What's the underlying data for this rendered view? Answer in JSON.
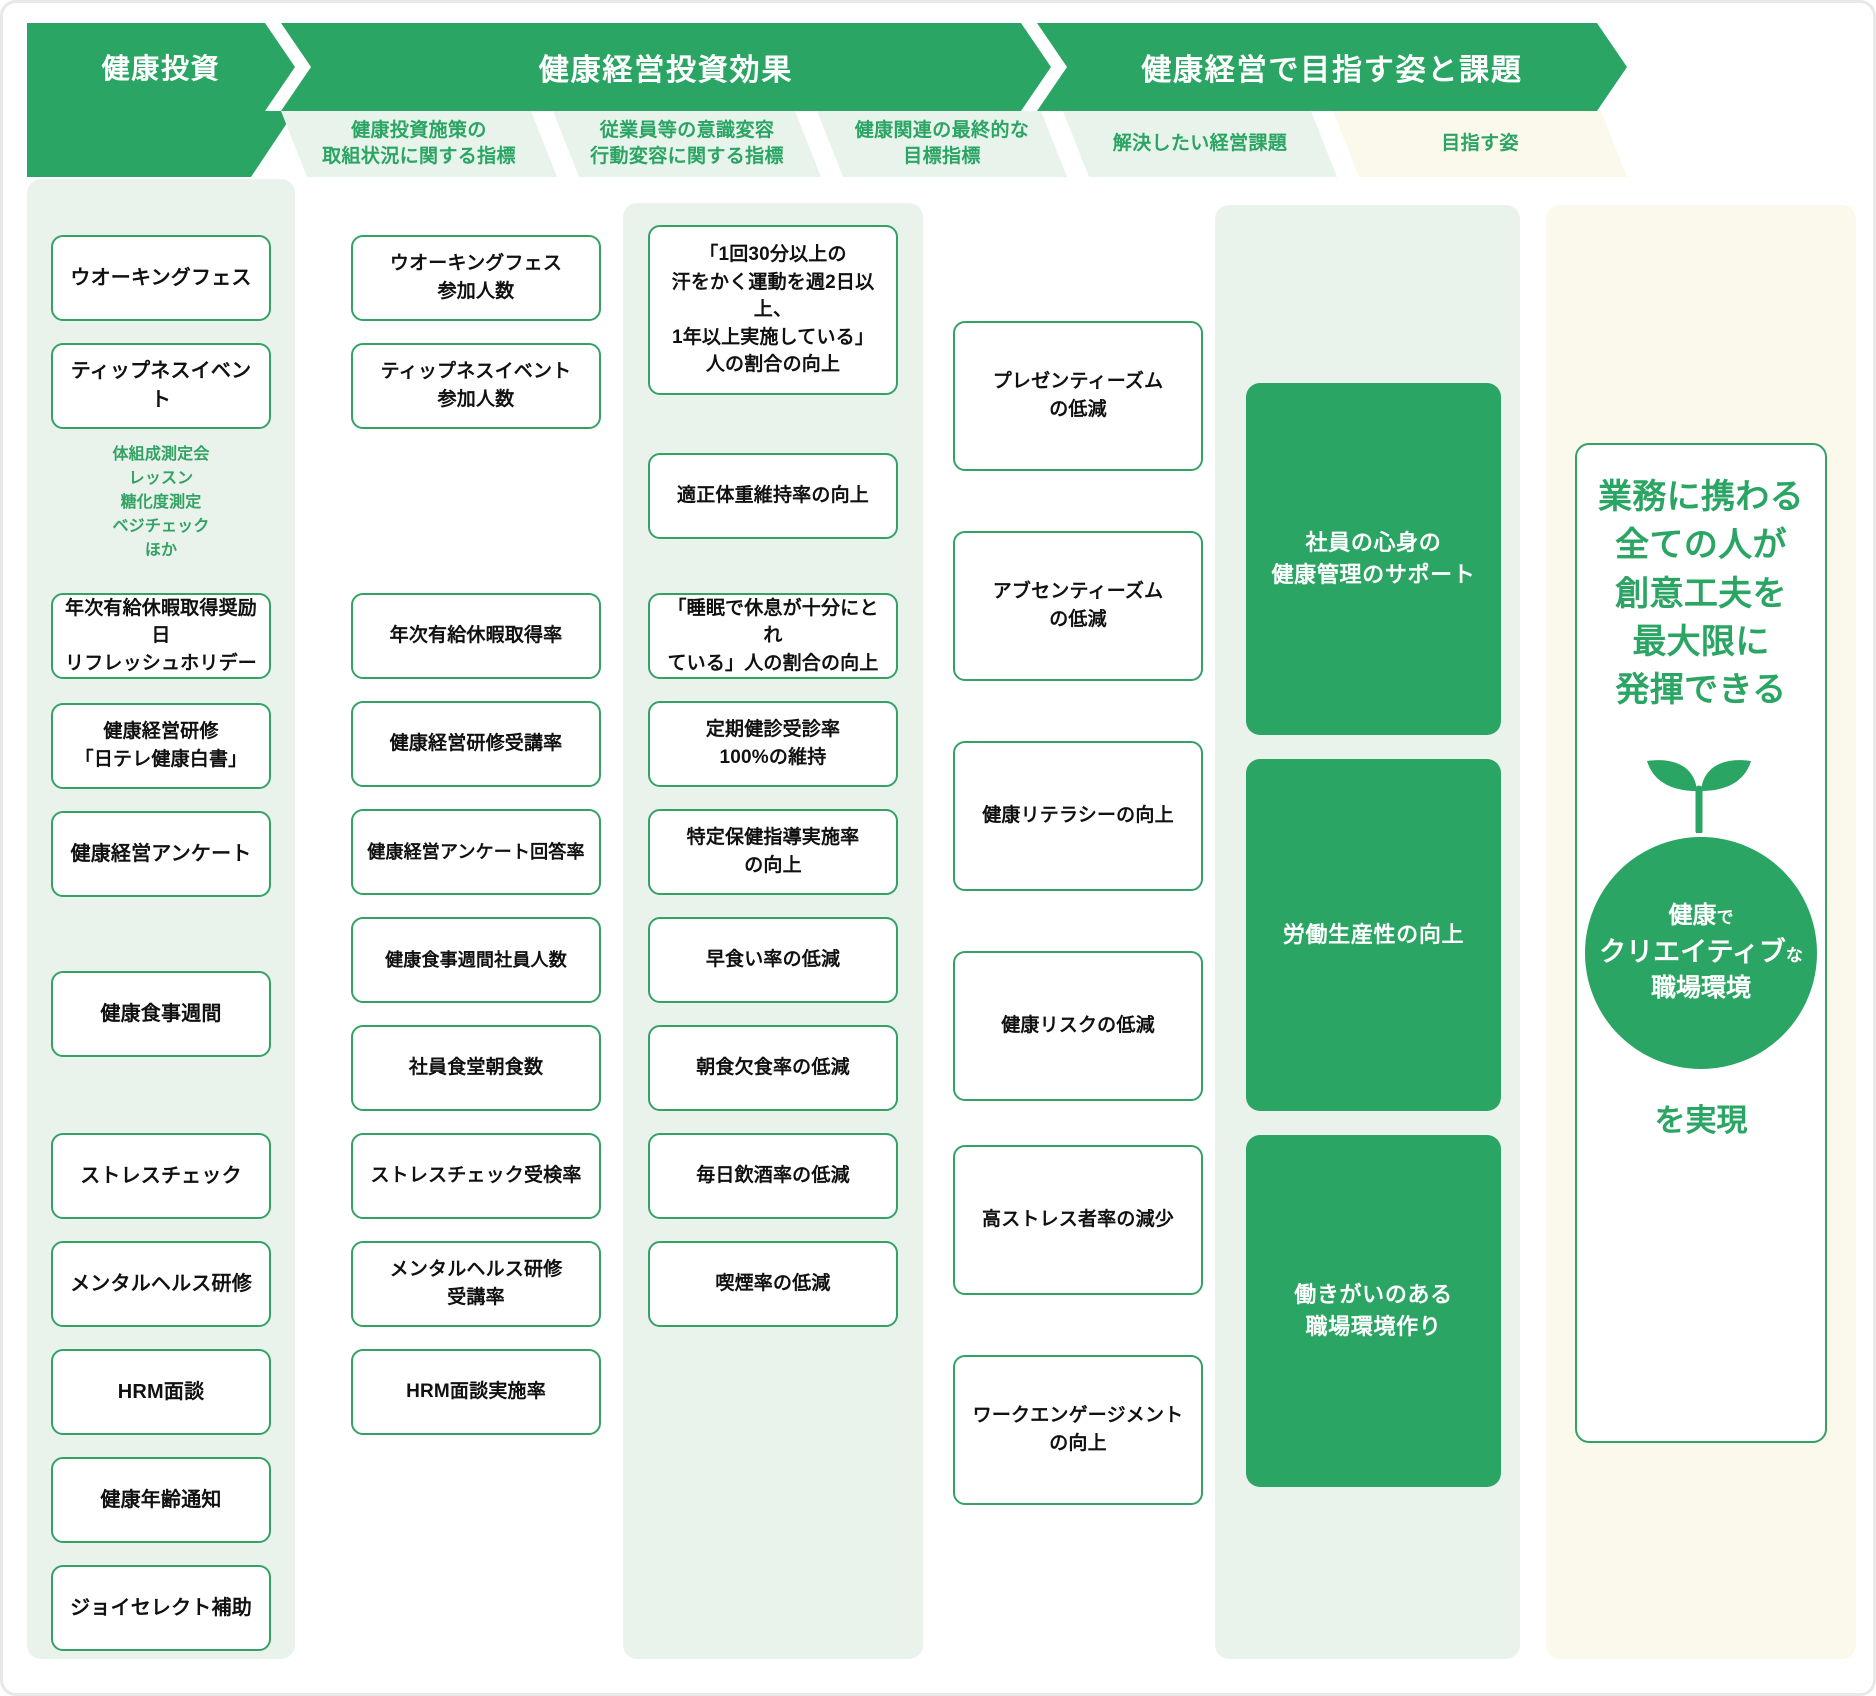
{
  "header": {
    "main_bands": [
      {
        "id": "health-investment",
        "label": "健康投資"
      },
      {
        "id": "investment-effect",
        "label": "健康経営投資効果"
      },
      {
        "id": "goals-and-issues",
        "label": "健康経営で目指す姿と課題"
      }
    ],
    "sub_bands": [
      {
        "id": "policy-status",
        "label": "健康投資施策の\n取組状況に関する指標",
        "lines": [
          "健康投資施策の",
          "取組状況に関する指標"
        ]
      },
      {
        "id": "awareness-behavior",
        "label": "従業員等の意識変容\n行動変容に関する指標",
        "lines": [
          "従業員等の意識変容",
          "行動変容に関する指標"
        ]
      },
      {
        "id": "final-target",
        "label": "健康関連の最終的な\n目標指標",
        "lines": [
          "健康関連の最終的な",
          "目標指標"
        ]
      },
      {
        "id": "management-issues",
        "label": "解決したい経営課題",
        "lines": [
          "解決したい経営課題"
        ]
      },
      {
        "id": "target-vision",
        "label": "目指す姿",
        "lines": [
          "目指す姿"
        ]
      }
    ]
  },
  "columns": {
    "health_investment": {
      "title": "健康投資",
      "items": [
        {
          "id": "walking-fes",
          "lines": [
            "ウオーキングフェス"
          ],
          "type": "card"
        },
        {
          "id": "tipness-event",
          "lines": [
            "ティップネスイベント"
          ],
          "type": "card"
        },
        {
          "id": "tipness-detail",
          "lines": [
            "体組成測定会",
            "レッスン",
            "糖化度測定",
            "ベジチェック",
            "ほか"
          ],
          "type": "plain"
        },
        {
          "id": "paid-leave-day",
          "lines": [
            "年次有給休暇取得奨励日",
            "リフレッシュホリデー"
          ],
          "type": "card"
        },
        {
          "id": "health-training",
          "lines": [
            "健康経営研修",
            "「日テレ健康白書」"
          ],
          "type": "card"
        },
        {
          "id": "health-survey",
          "lines": [
            "健康経営アンケート"
          ],
          "type": "card"
        },
        {
          "id": "healthy-meal-week",
          "lines": [
            "健康食事週間"
          ],
          "type": "card"
        },
        {
          "id": "stress-check",
          "lines": [
            "ストレスチェック"
          ],
          "type": "card"
        },
        {
          "id": "mental-health-training",
          "lines": [
            "メンタルヘルス研修"
          ],
          "type": "card"
        },
        {
          "id": "hrm-interview",
          "lines": [
            "HRM面談"
          ],
          "type": "card"
        },
        {
          "id": "health-age-notice",
          "lines": [
            "健康年齢通知"
          ],
          "type": "card"
        },
        {
          "id": "joy-select-subsidy",
          "lines": [
            "ジョイセレクト補助"
          ],
          "type": "card"
        }
      ]
    },
    "policy_status_indicators": {
      "title": "健康投資施策の取組状況に関する指標",
      "items": [
        {
          "id": "walking-fes-participants",
          "lines": [
            "ウオーキングフェス",
            "参加人数"
          ]
        },
        {
          "id": "tipness-event-participants",
          "lines": [
            "ティップネスイベント",
            "参加人数"
          ]
        },
        {
          "id": "paid-leave-rate",
          "lines": [
            "年次有給休暇取得率"
          ]
        },
        {
          "id": "health-training-attendance",
          "lines": [
            "健康経営研修受講率"
          ]
        },
        {
          "id": "health-survey-response",
          "lines": [
            "健康経営アンケート回答率"
          ]
        },
        {
          "id": "healthy-meal-week-participants",
          "lines": [
            "健康食事週間社員人数"
          ]
        },
        {
          "id": "cafeteria-breakfast-count",
          "lines": [
            "社員食堂朝食数"
          ]
        },
        {
          "id": "stress-check-rate",
          "lines": [
            "ストレスチェック受検率"
          ]
        },
        {
          "id": "mental-health-training-rate",
          "lines": [
            "メンタルヘルス研修",
            "受講率"
          ]
        },
        {
          "id": "hrm-interview-rate",
          "lines": [
            "HRM面談実施率"
          ]
        }
      ]
    },
    "behavior_change_indicators": {
      "title": "従業員等の意識変容 行動変容に関する指標",
      "items": [
        {
          "id": "exercise-habit",
          "lines": [
            "「1回30分以上の",
            "汗をかく運動を週2日以上、",
            "1年以上実施している」",
            "人の割合の向上"
          ]
        },
        {
          "id": "proper-weight",
          "lines": [
            "適正体重維持率の向上"
          ]
        },
        {
          "id": "sleep-rest",
          "lines": [
            "「睡眠で休息が十分にとれ",
            "ている」人の割合の向上"
          ]
        },
        {
          "id": "checkup-rate",
          "lines": [
            "定期健診受診率",
            "100%の維持"
          ]
        },
        {
          "id": "specific-guidance",
          "lines": [
            "特定保健指導実施率",
            "の向上"
          ]
        },
        {
          "id": "fast-eating",
          "lines": [
            "早食い率の低減"
          ]
        },
        {
          "id": "skip-breakfast",
          "lines": [
            "朝食欠食率の低減"
          ]
        },
        {
          "id": "daily-drinking",
          "lines": [
            "毎日飲酒率の低減"
          ]
        },
        {
          "id": "smoking-rate",
          "lines": [
            "喫煙率の低減"
          ]
        }
      ]
    },
    "final_target_indicators": {
      "title": "健康関連の最終的な目標指標",
      "items": [
        {
          "id": "presenteeism",
          "lines": [
            "プレゼンティーズム",
            "の低減"
          ]
        },
        {
          "id": "absenteeism",
          "lines": [
            "アブセンティーズム",
            "の低減"
          ]
        },
        {
          "id": "health-literacy",
          "lines": [
            "健康リテラシーの向上"
          ]
        },
        {
          "id": "health-risk",
          "lines": [
            "健康リスクの低減"
          ]
        },
        {
          "id": "high-stress-ratio",
          "lines": [
            "高ストレス者率の減少"
          ]
        },
        {
          "id": "work-engagement",
          "lines": [
            "ワークエンゲージメント",
            "の向上"
          ]
        }
      ]
    },
    "management_issues": {
      "title": "解決したい経営課題",
      "items": [
        {
          "id": "mind-body-support",
          "lines": [
            "社員の心身の",
            "健康管理のサポート"
          ]
        },
        {
          "id": "labor-productivity",
          "lines": [
            "労働生産性の向上"
          ]
        },
        {
          "id": "rewarding-workplace",
          "lines": [
            "働きがいのある",
            "職場環境作り"
          ]
        }
      ]
    },
    "target_vision": {
      "title": "目指す姿",
      "headline": [
        "業務に携わる",
        "全ての人が",
        "創意工夫を",
        "最大限に",
        "発揮できる"
      ],
      "circle": [
        {
          "text": "健康",
          "size": "big"
        },
        {
          "text": "で",
          "size": "small"
        },
        {
          "text": "クリエイティブ",
          "size": "big"
        },
        {
          "text": "な",
          "size": "small"
        },
        {
          "text": "職場環境",
          "size": "big"
        }
      ],
      "circle_lines": [
        [
          {
            "t": "健康",
            "s": "l1"
          },
          {
            "t": "で",
            "s": "sm"
          }
        ],
        [
          {
            "t": "クリエイティブ",
            "s": "l2"
          },
          {
            "t": "な",
            "s": "sm"
          }
        ],
        [
          {
            "t": "職場環境",
            "s": "l3"
          }
        ]
      ],
      "footer": "を実現",
      "icon": "sprout-icon"
    }
  },
  "colors": {
    "brand_green": "#2ba563",
    "border_green": "#34a265",
    "panel_green_bg": "#e9f3ec",
    "panel_cream_bg": "#fbf8ec",
    "text_dark": "#111111",
    "white": "#ffffff"
  }
}
